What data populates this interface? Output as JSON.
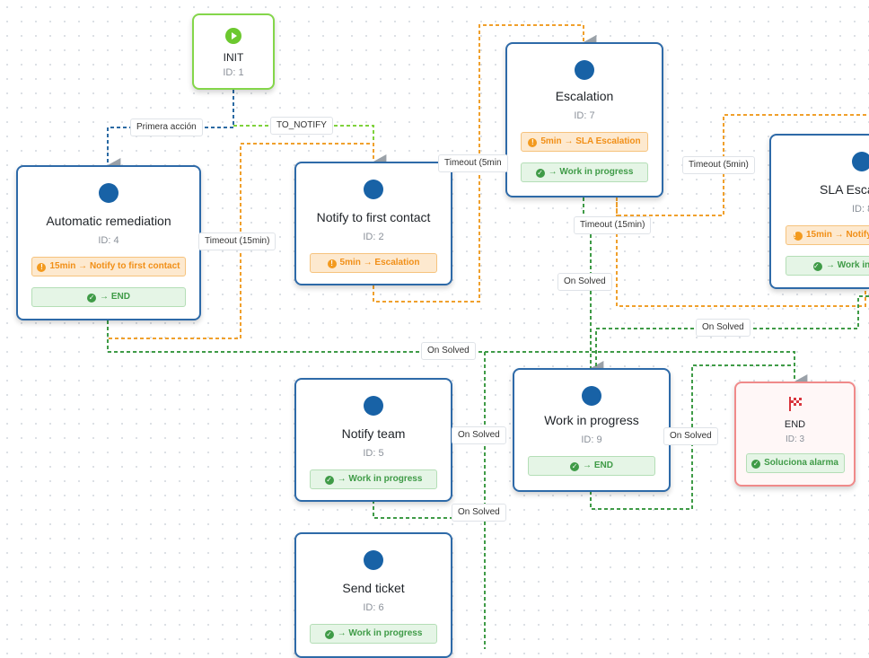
{
  "nodes": {
    "init": {
      "title": "INIT",
      "id": "ID: 1"
    },
    "automatic_remediation": {
      "title": "Automatic remediation",
      "id": "ID: 4",
      "timeout": "15min → Notify to first contact",
      "solved": "→ END"
    },
    "notify_first_contact": {
      "title": "Notify to first contact",
      "id": "ID: 2",
      "timeout": "5min → Escalation"
    },
    "escalation": {
      "title": "Escalation",
      "id": "ID: 7",
      "timeout": "5min → SLA Escalation",
      "solved": "→ Work in progress"
    },
    "sla_escalation": {
      "title": "SLA Esca",
      "id": "ID: 8",
      "timeout": "15min → Notify",
      "solved": "→ Work in"
    },
    "notify_team": {
      "title": "Notify team",
      "id": "ID: 5",
      "solved": "→ Work in progress"
    },
    "work_in_progress": {
      "title": "Work in progress",
      "id": "ID: 9",
      "solved": "→ END"
    },
    "end": {
      "title": "END",
      "id": "ID: 3",
      "solved": "Soluciona alarma"
    },
    "send_ticket": {
      "title": "Send ticket",
      "id": "ID: 6",
      "solved": "→ Work in progress"
    }
  },
  "edge_labels": {
    "primera_accion": "Primera acción",
    "to_notify": "TO_NOTIFY",
    "timeout_15_a": "Timeout (15min)",
    "timeout_5_a": "Timeout (5min",
    "timeout_5_b": "Timeout (5min)",
    "timeout_15_b": "Timeout (15min)",
    "on_solved_a": "On Solved",
    "on_solved_b": "On Solved",
    "on_solved_c": "On Solved",
    "on_solved_d": "On Solved",
    "on_solved_e": "On Solved",
    "on_solved_f": "On Solved"
  },
  "colors": {
    "node_border": "#2e6aa8",
    "init_border": "#84d64a",
    "end_border": "#f08a8a",
    "timeout_edge": "#f0a02c",
    "solved_edge": "#3f9b47",
    "init_edge_blue": "#2b6aa3",
    "init_edge_green": "#7fd23c"
  },
  "icons": {
    "init": "play-icon",
    "end": "checkered-flag-icon",
    "node": "node-dot-icon",
    "timeout_chip": "clock-icon",
    "solved_chip": "check-circle-icon"
  }
}
